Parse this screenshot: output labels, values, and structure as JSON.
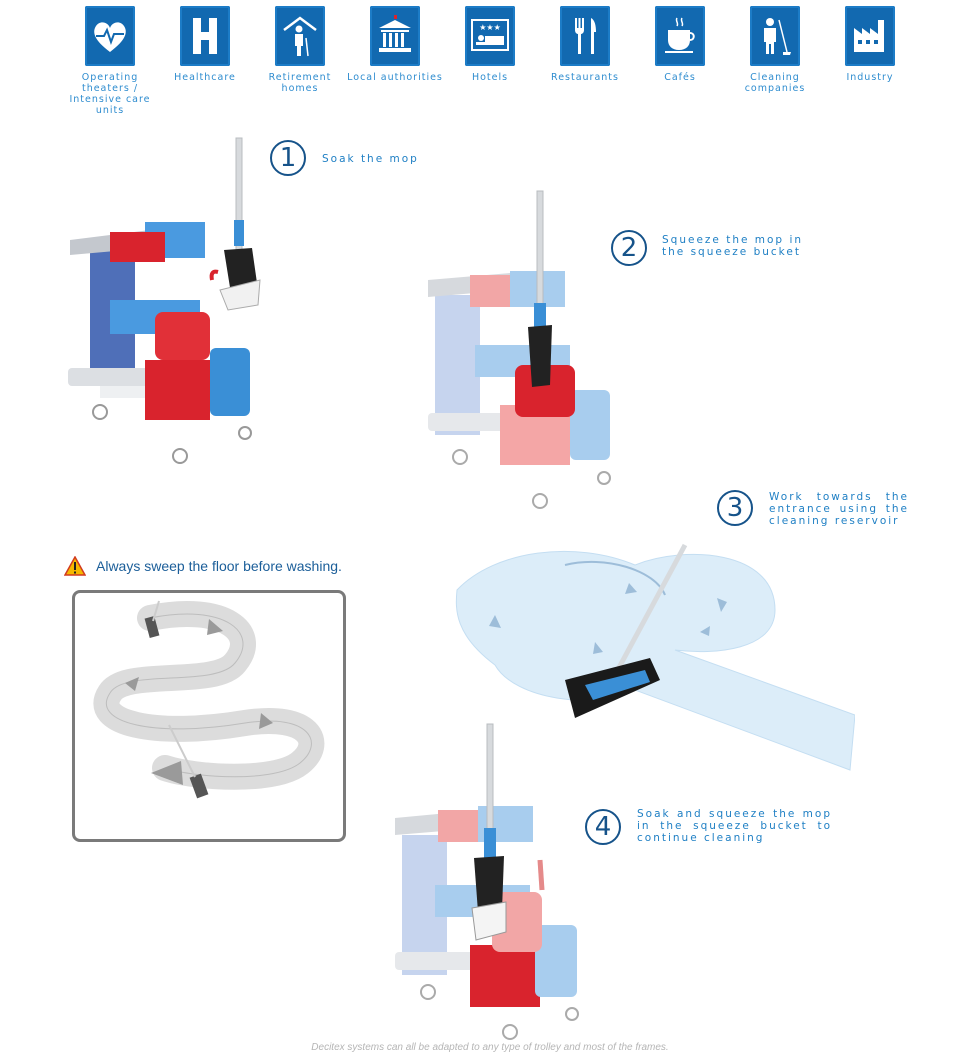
{
  "sectors": [
    {
      "icon": "heart-monitor-icon",
      "label": "Operating theaters / Intensive care units"
    },
    {
      "icon": "hospital-h-icon",
      "label": "Healthcare"
    },
    {
      "icon": "elderly-person-icon",
      "label": "Retirement homes"
    },
    {
      "icon": "government-building-icon",
      "label": "Local authorities"
    },
    {
      "icon": "hotel-bed-icon",
      "label": "Hotels"
    },
    {
      "icon": "fork-knife-icon",
      "label": "Restaurants"
    },
    {
      "icon": "coffee-cup-icon",
      "label": "Cafés"
    },
    {
      "icon": "cleaner-icon",
      "label": "Cleaning companies"
    },
    {
      "icon": "factory-icon",
      "label": "Industry"
    }
  ],
  "steps": [
    {
      "number": "1",
      "text": "Soak the mop"
    },
    {
      "number": "2",
      "text": "Squeeze the mop in the squeeze bucket"
    },
    {
      "number": "3",
      "text": "Work towards the entrance using the cleaning reservoir"
    },
    {
      "number": "4",
      "text": "Soak and squeeze the mop in the squeeze bucket to continue cleaning"
    }
  ],
  "warning": {
    "text": "Always sweep the floor before washing."
  },
  "footer": {
    "text": "Decitex systems can all be adapted to any type of trolley and most of the frames."
  },
  "colors": {
    "brand_blue": "#1269b0",
    "step_blue": "#16538a",
    "text_blue": "#1e7fc4",
    "bucket_red": "#d9232d",
    "bucket_blue": "#3a8fd6",
    "trolley_gray": "#c9ccd1"
  }
}
